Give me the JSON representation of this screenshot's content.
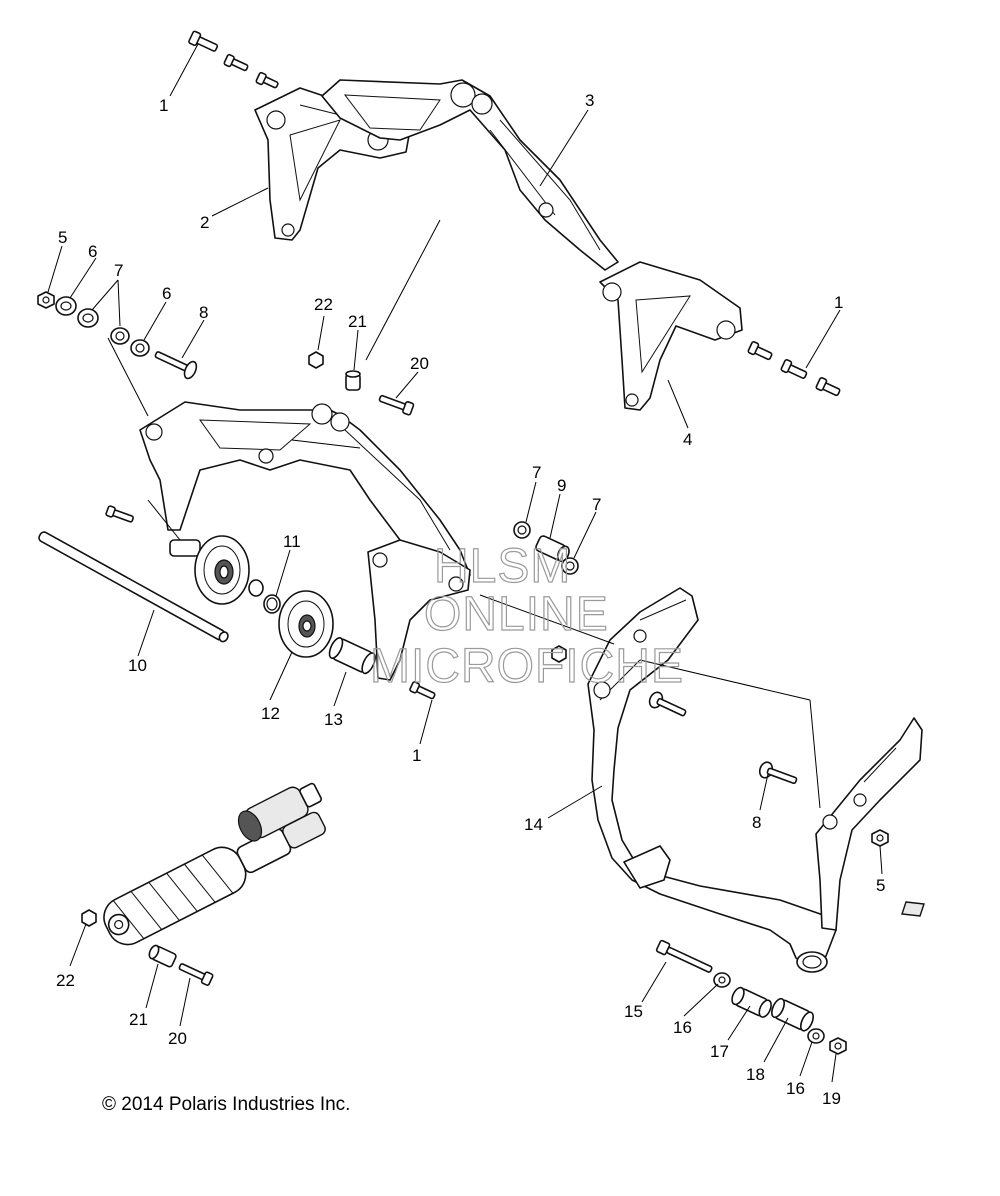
{
  "copyright": "© 2014 Polaris Industries Inc.",
  "watermark": {
    "line1": "HLSM",
    "line2": "ONLINE",
    "line3": "MICROFICHE"
  },
  "callouts": [
    {
      "id": "c1a",
      "label": "1"
    },
    {
      "id": "c2",
      "label": "2"
    },
    {
      "id": "c3",
      "label": "3"
    },
    {
      "id": "c5a",
      "label": "5"
    },
    {
      "id": "c6a",
      "label": "6"
    },
    {
      "id": "c7a",
      "label": "7"
    },
    {
      "id": "c6b",
      "label": "6"
    },
    {
      "id": "c8a",
      "label": "8"
    },
    {
      "id": "c22a",
      "label": "22"
    },
    {
      "id": "c21a",
      "label": "21"
    },
    {
      "id": "c20a",
      "label": "20"
    },
    {
      "id": "c1b",
      "label": "1"
    },
    {
      "id": "c4",
      "label": "4"
    },
    {
      "id": "c7b",
      "label": "7"
    },
    {
      "id": "c9",
      "label": "9"
    },
    {
      "id": "c7c",
      "label": "7"
    },
    {
      "id": "c11",
      "label": "11"
    },
    {
      "id": "c10",
      "label": "10"
    },
    {
      "id": "c12",
      "label": "12"
    },
    {
      "id": "c13",
      "label": "13"
    },
    {
      "id": "c1c",
      "label": "1"
    },
    {
      "id": "c14",
      "label": "14"
    },
    {
      "id": "c8b",
      "label": "8"
    },
    {
      "id": "c5b",
      "label": "5"
    },
    {
      "id": "c22b",
      "label": "22"
    },
    {
      "id": "c21b",
      "label": "21"
    },
    {
      "id": "c20b",
      "label": "20"
    },
    {
      "id": "c15",
      "label": "15"
    },
    {
      "id": "c16a",
      "label": "16"
    },
    {
      "id": "c17",
      "label": "17"
    },
    {
      "id": "c18",
      "label": "18"
    },
    {
      "id": "c16b",
      "label": "16"
    },
    {
      "id": "c19",
      "label": "19"
    }
  ]
}
